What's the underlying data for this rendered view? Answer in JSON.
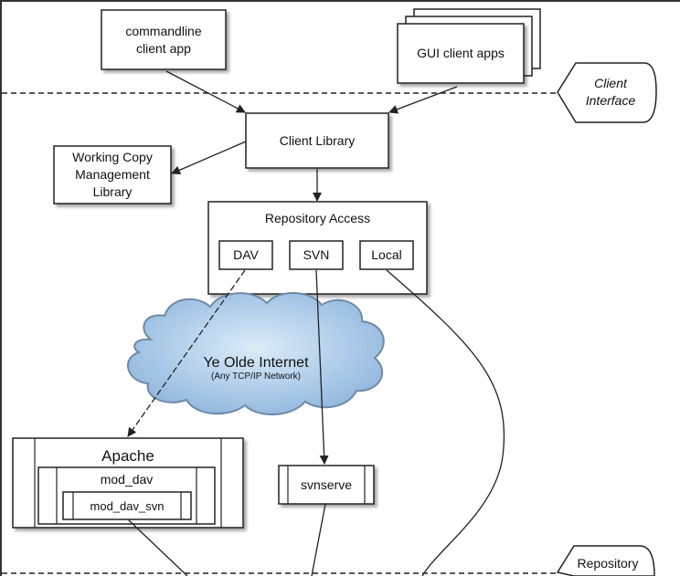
{
  "diagram": {
    "components": {
      "commandline_client": "commandline\nclient app",
      "gui_clients": "GUI client apps",
      "client_library": "Client Library",
      "working_copy": "Working Copy\nManagement\nLibrary",
      "repository_access": "Repository Access",
      "dav": "DAV",
      "svn": "SVN",
      "local": "Local",
      "apache": "Apache",
      "mod_dav": "mod_dav",
      "mod_dav_svn": "mod_dav_svn",
      "svnserve": "svnserve"
    },
    "cloud": {
      "title": "Ye Olde Internet",
      "subtitle": "(Any TCP/IP Network)"
    },
    "layers": {
      "client_interface": "Client\nInterface",
      "repository_interface": "Repository"
    },
    "colors": {
      "cloud_fill": "#a9c9e6",
      "cloud_stroke": "#6f8aa6",
      "line": "#222222"
    }
  }
}
